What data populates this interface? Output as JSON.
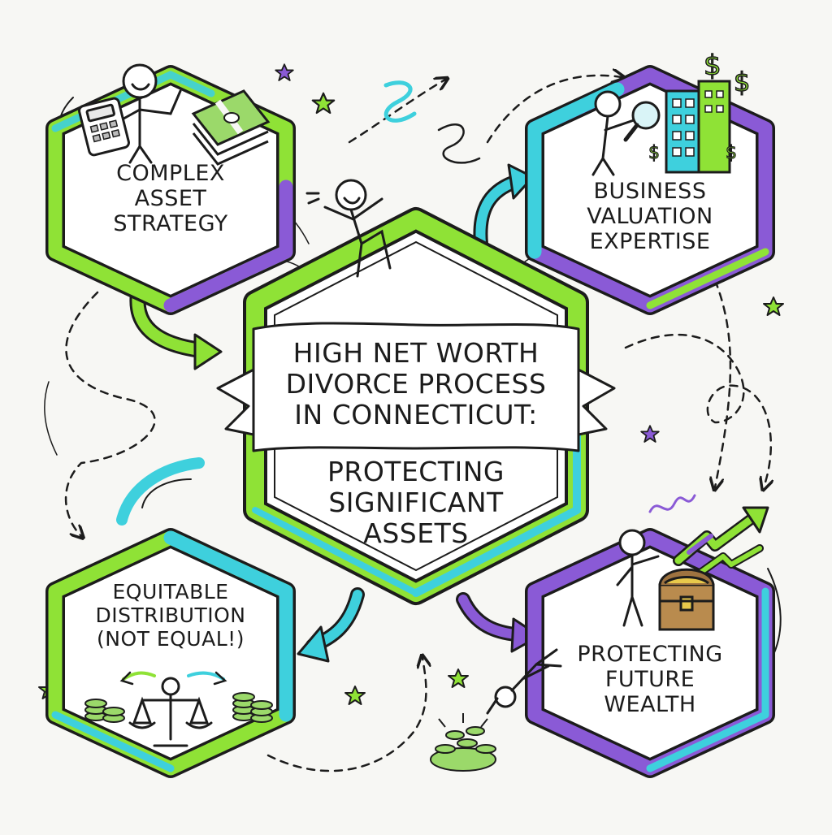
{
  "colors": {
    "green": "#8fe236",
    "cyan": "#3ed0dd",
    "purple": "#8a5ad6",
    "ink": "#1c1c1c",
    "paper": "#f7f7f4",
    "money": "#9bd96a"
  },
  "hub": {
    "title_lines": [
      "HIGH NET WORTH",
      "DIVORCE PROCESS",
      "IN CONNECTICUT:"
    ],
    "subtitle_lines": [
      "PROTECTING",
      "SIGNIFICANT",
      "ASSETS"
    ]
  },
  "nodes": {
    "top_left": {
      "lines": [
        "COMPLEX",
        "ASSET",
        "STRATEGY"
      ]
    },
    "top_right": {
      "lines": [
        "BUSINESS",
        "VALUATION",
        "EXPERTISE"
      ]
    },
    "bottom_left": {
      "lines": [
        "EQUITABLE",
        "DISTRIBUTION",
        "(NOT EQUAL!)"
      ]
    },
    "bottom_right": {
      "lines": [
        "PROTECTING",
        "FUTURE",
        "WEALTH"
      ]
    }
  },
  "icons": {
    "dollar_glyph": "$"
  }
}
